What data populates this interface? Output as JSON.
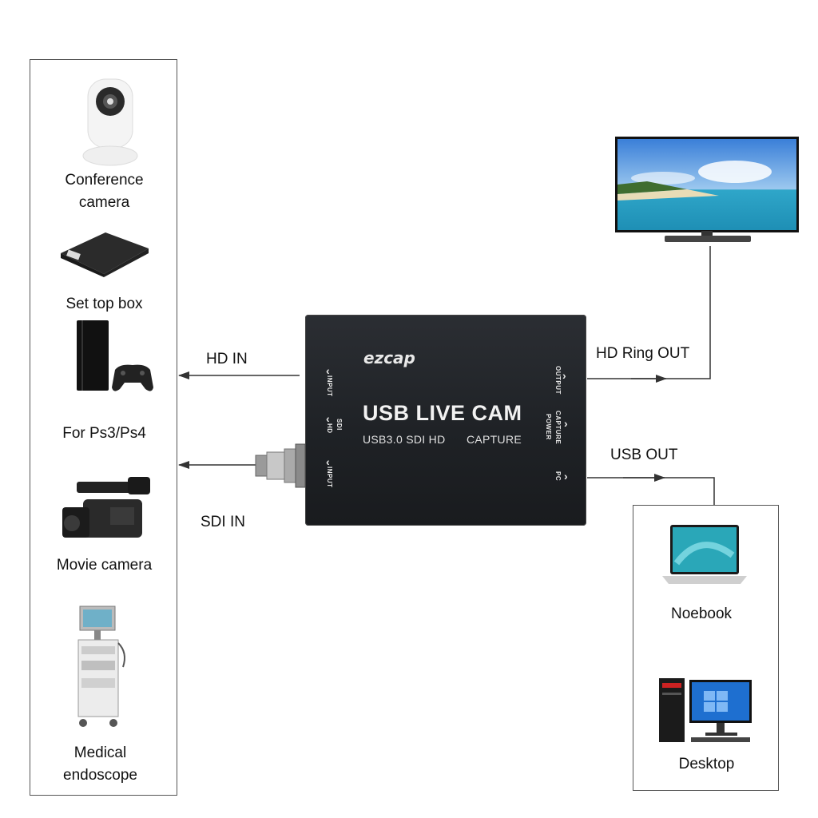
{
  "sources": {
    "conference_camera": "Conference\ncamera",
    "set_top_box": "Set top box",
    "ps": "For Ps3/Ps4",
    "movie_camera": "Movie camera",
    "medical": "Medical\nendoscope"
  },
  "targets": {
    "notebook": "Noebook",
    "desktop": "Desktop"
  },
  "connections": {
    "hd_in": "HD IN",
    "sdi_in": "SDI IN",
    "hd_ring_out": "HD Ring OUT",
    "usb_out": "USB OUT"
  },
  "device": {
    "brand": "ezcap",
    "title": "USB LIVE CAM",
    "subtitle_left": "USB3.0 SDI HD",
    "subtitle_right": "CAPTURE",
    "port_input_top": "INPUT",
    "port_sdi": "SDI",
    "port_hd": "HD",
    "port_input_bottom": "INPUT",
    "port_output": "OUTPUT",
    "port_power": "POWER",
    "port_capture": "CAPTURE",
    "port_pc": "PC"
  },
  "colors": {
    "device_body": "#1f2226",
    "line": "#333333"
  }
}
